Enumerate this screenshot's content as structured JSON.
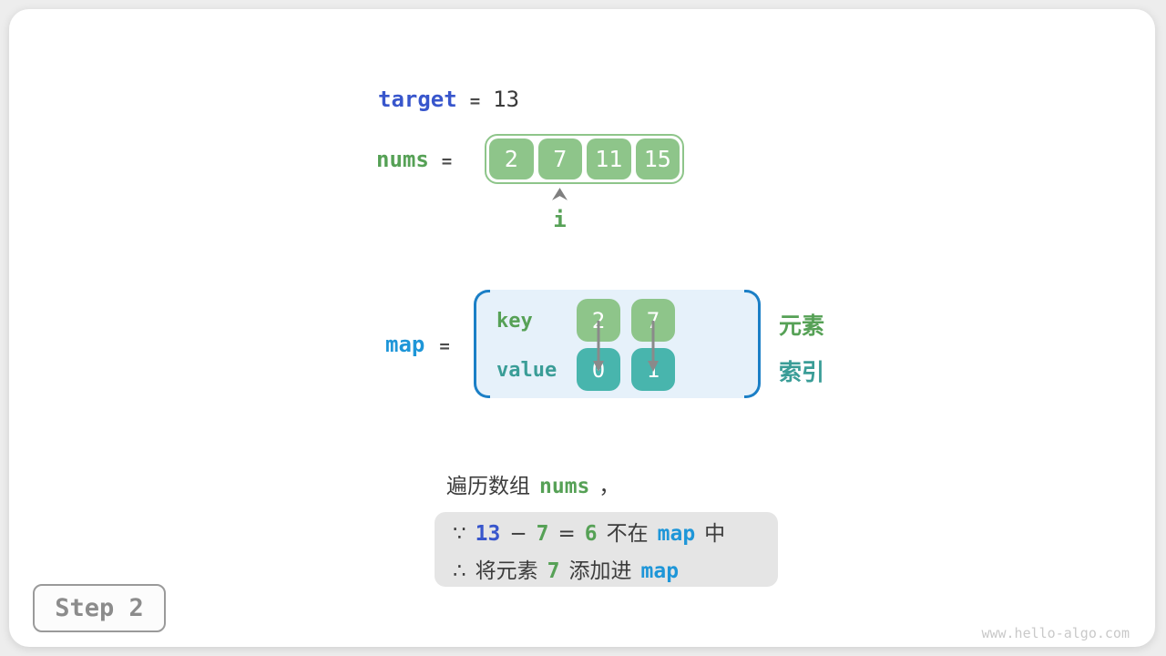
{
  "colors": {
    "royal_blue": "#3856cc",
    "sky_blue": "#1e96d8",
    "green_text": "#56a156",
    "teal_text": "#3a9d97",
    "cell_green": "#8ec58a",
    "cell_teal": "#48b5ad",
    "bracket_blue": "#1b7fc6",
    "map_fill": "#e6f1fa",
    "note_box_bg": "#e5e5e5"
  },
  "target_line": {
    "var": "target",
    "eq": "=",
    "value": "13"
  },
  "nums_line": {
    "var": "nums",
    "eq": "=",
    "cells": [
      "2",
      "7",
      "11",
      "15"
    ],
    "pointer": "i"
  },
  "map_line": {
    "var": "map",
    "eq": "=",
    "key_label": "key",
    "value_label": "value",
    "keys": [
      "2",
      "7"
    ],
    "values": [
      "0",
      "1"
    ],
    "element_label": "元素",
    "index_label": "索引"
  },
  "caption": {
    "prefix": "遍历数组",
    "code": "nums",
    "comma": "，"
  },
  "note": {
    "line1": [
      "∵",
      "13",
      "−",
      "7",
      "=",
      "6",
      "不在",
      "map",
      "中"
    ],
    "line2": [
      "∴",
      "将元素",
      "7",
      "添加进",
      "map"
    ]
  },
  "step_badge": "Step 2",
  "watermark": "www.hello-algo.com"
}
